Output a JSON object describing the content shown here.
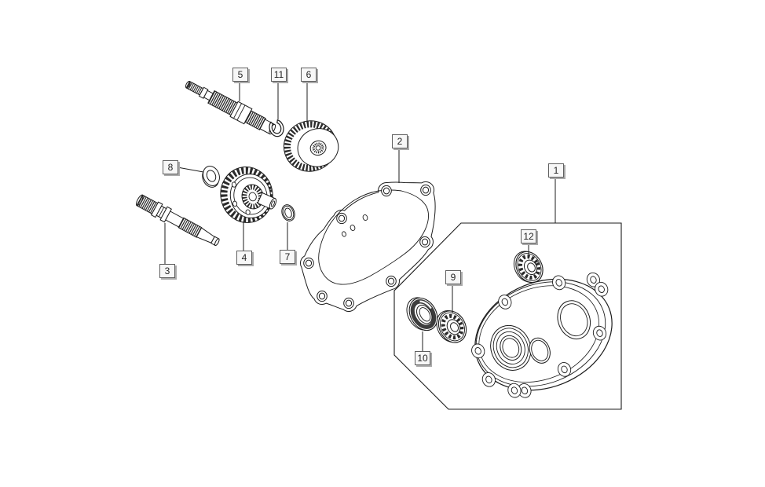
{
  "diagram": {
    "type": "exploded-parts-diagram",
    "background": "#ffffff",
    "line_color": "#1c1c1c",
    "callout_style": {
      "background": "#f7f7f7",
      "border": "#5f5f5f",
      "shadow": "#aaaaaa",
      "text_color": "#1f1f1f"
    },
    "callouts": [
      {
        "label": "1"
      },
      {
        "label": "2"
      },
      {
        "label": "3"
      },
      {
        "label": "4"
      },
      {
        "label": "5"
      },
      {
        "label": "6"
      },
      {
        "label": "7"
      },
      {
        "label": "8"
      },
      {
        "label": "9"
      },
      {
        "label": "10"
      },
      {
        "label": "11"
      },
      {
        "label": "12"
      }
    ]
  }
}
